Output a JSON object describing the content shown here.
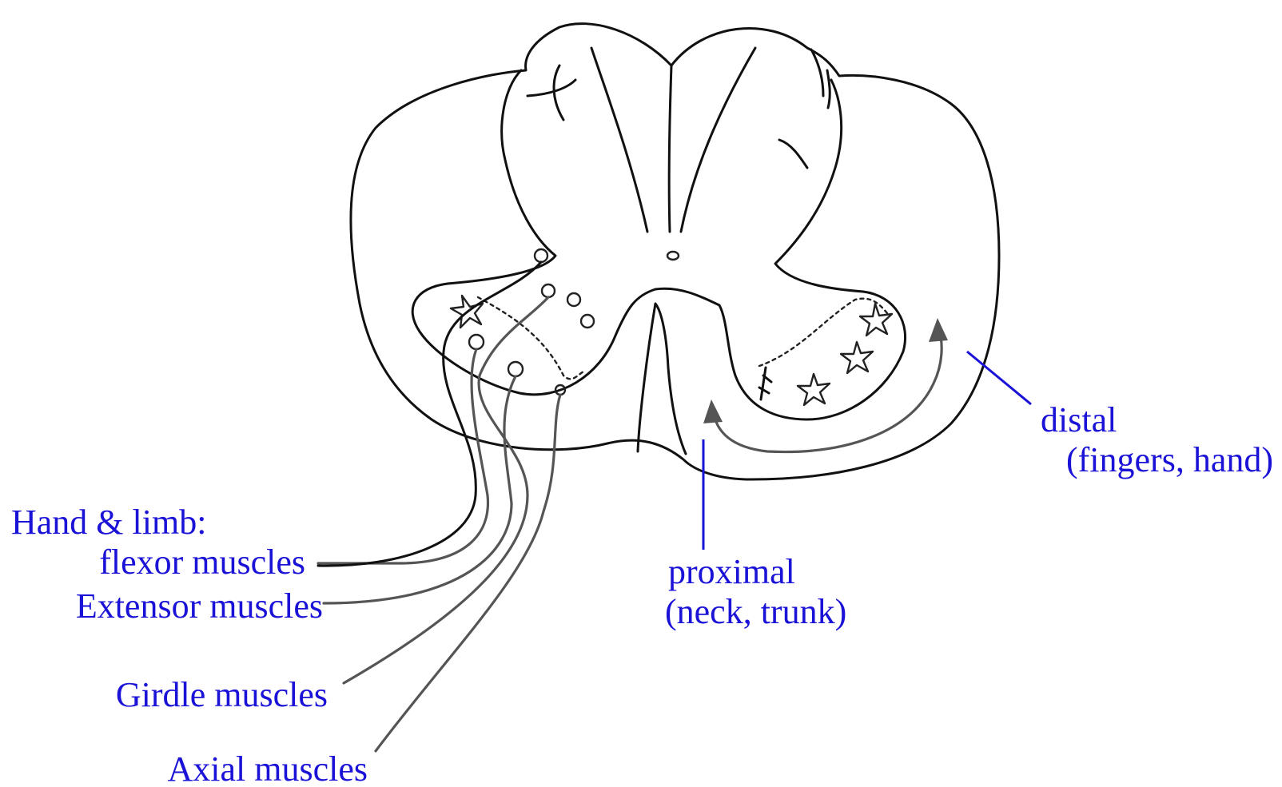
{
  "labels": {
    "hand_limb": "Hand & limb:",
    "flexor": "flexor muscles",
    "extensor": "Extensor muscles",
    "girdle": "Girdle muscles",
    "axial": "Axial muscles",
    "distal": "distal",
    "distal_sub": "(fingers, hand)",
    "proximal": "proximal",
    "proximal_sub": "(neck, trunk)"
  },
  "colors": {
    "label_text": "#1a12d6",
    "ink": "#111111",
    "grey_ink": "#555555",
    "background": "#ffffff"
  }
}
